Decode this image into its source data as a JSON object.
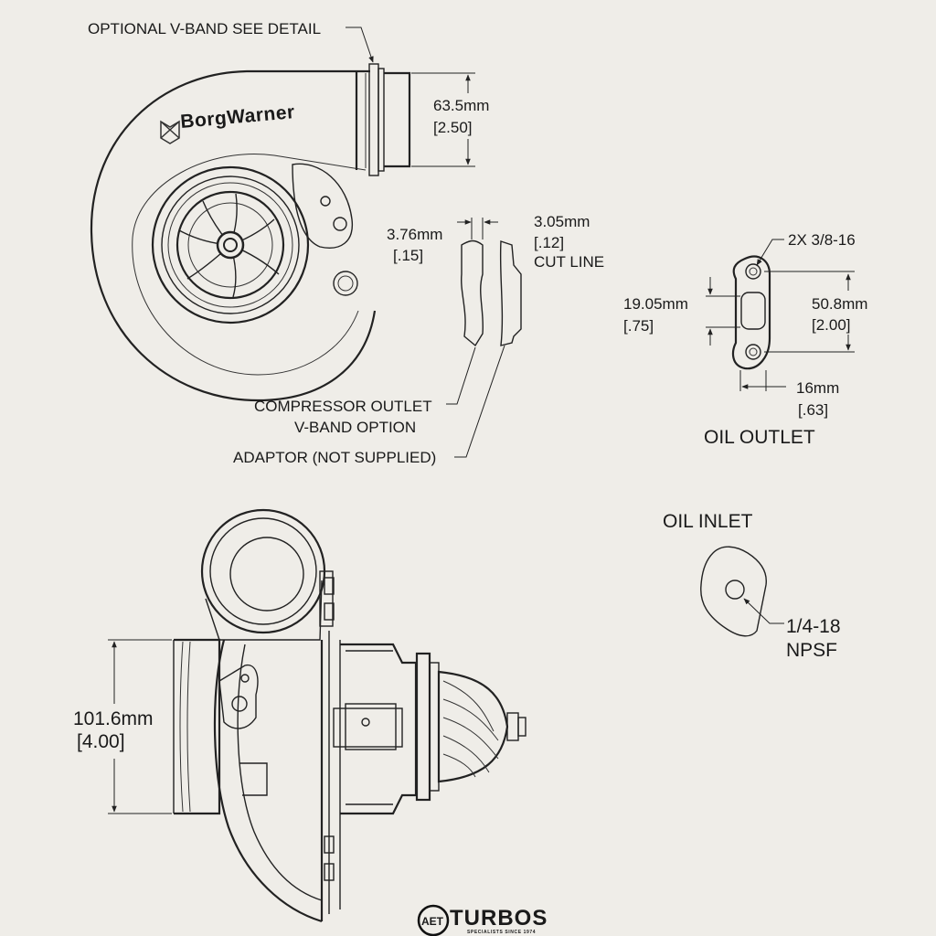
{
  "brand": {
    "name": "BorgWarner"
  },
  "top_view": {
    "vband_label": "OPTIONAL V-BAND SEE DETAIL",
    "outlet_diameter": {
      "mm": "63.5mm",
      "in": "[2.50]"
    }
  },
  "vband_detail": {
    "left_dim": {
      "mm": "3.76mm",
      "in": "[.15]"
    },
    "right_dim": {
      "mm": "3.05mm",
      "in": "[.12]",
      "note": "CUT LINE"
    },
    "outlet_label_line1": "COMPRESSOR OUTLET",
    "outlet_label_line2": "V-BAND OPTION",
    "adaptor_label": "ADAPTOR (NOT SUPPLIED)"
  },
  "oil_outlet": {
    "title": "OIL OUTLET",
    "bolts": "2X 3/8-16",
    "port_width": {
      "mm": "19.05mm",
      "in": "[.75]"
    },
    "bolt_spacing": {
      "mm": "50.8mm",
      "in": "[2.00]"
    },
    "flange_width": {
      "mm": "16mm",
      "in": "[.63]"
    }
  },
  "oil_inlet": {
    "title": "OIL INLET",
    "thread_line1": "1/4-18",
    "thread_line2": "NPSF"
  },
  "side_view": {
    "inlet_diameter": {
      "mm": "101.6mm",
      "in": "[4.00]"
    }
  },
  "logo": {
    "mark": "AET",
    "name": "TURBOS",
    "tagline": "SPECIALISTS SINCE 1974"
  },
  "colors": {
    "background": "#efede8",
    "line": "#222222"
  }
}
